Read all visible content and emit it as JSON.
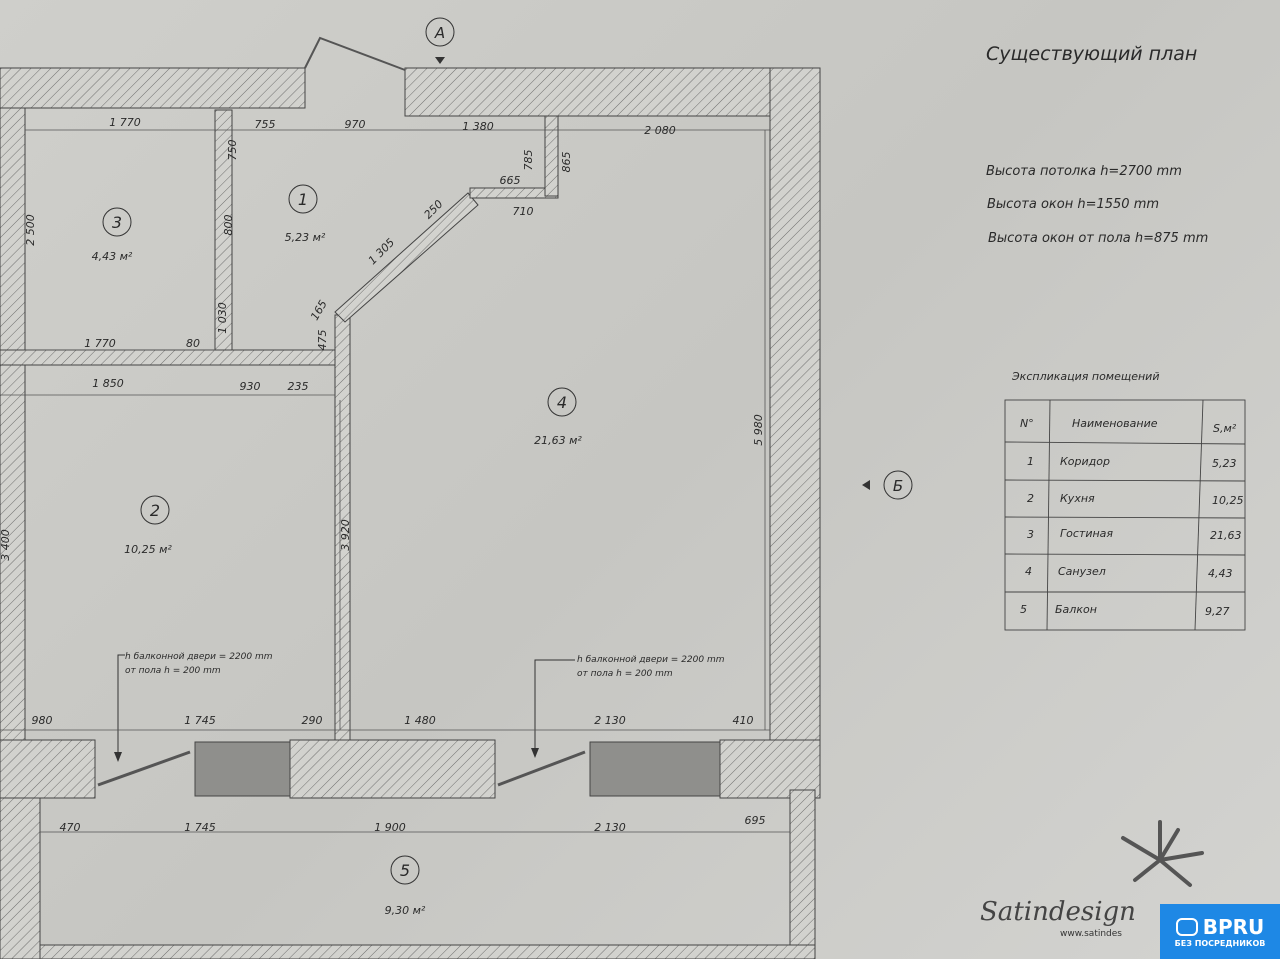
{
  "title": "Существующий план",
  "info": [
    "Высота потолка h=2700 mm",
    "Высота окон h=1550 mm",
    "Высота окон от пола h=875 mm"
  ],
  "axes": {
    "a": "А",
    "b": "Б"
  },
  "rooms": [
    {
      "no": "1",
      "area": "5,23 м²"
    },
    {
      "no": "2",
      "area": "10,25 м²"
    },
    {
      "no": "3",
      "area": "4,43 м²"
    },
    {
      "no": "4",
      "area": "21,63 м²"
    },
    {
      "no": "5",
      "area": "9,30 м²"
    }
  ],
  "balcony_note": {
    "line1": "h балконной двери = 2200 mm",
    "line2": "от пола h = 200 mm"
  },
  "dims": [
    "1 770",
    "755",
    "970",
    "1 380",
    "2 080",
    "750",
    "785",
    "865",
    "665",
    "710",
    "250",
    "1 305",
    "2 500",
    "800",
    "1 030",
    "165",
    "475",
    "1 770",
    "80",
    "1 850",
    "930",
    "235",
    "3 920",
    "5 980",
    "3 400",
    "980",
    "1 745",
    "290",
    "1 480",
    "2 130",
    "410",
    "470",
    "1 745",
    "1 900",
    "2 130",
    "695"
  ],
  "explication": {
    "title": "Экспликация помещений",
    "headers": [
      "N°",
      "Наименование",
      "S,м²"
    ],
    "rows": [
      [
        "1",
        "Коридор",
        "5,23"
      ],
      [
        "2",
        "Кухня",
        "10,25"
      ],
      [
        "3",
        "Гостиная",
        "21,63"
      ],
      [
        "4",
        "Санузел",
        "4,43"
      ],
      [
        "5",
        "Балкон",
        "9,27"
      ]
    ]
  },
  "logo": {
    "name": "Satindesign",
    "url": "www.satindes"
  },
  "badge": {
    "name": "BPRU",
    "sub": "БЕЗ ПОСРЕДНИКОВ"
  }
}
